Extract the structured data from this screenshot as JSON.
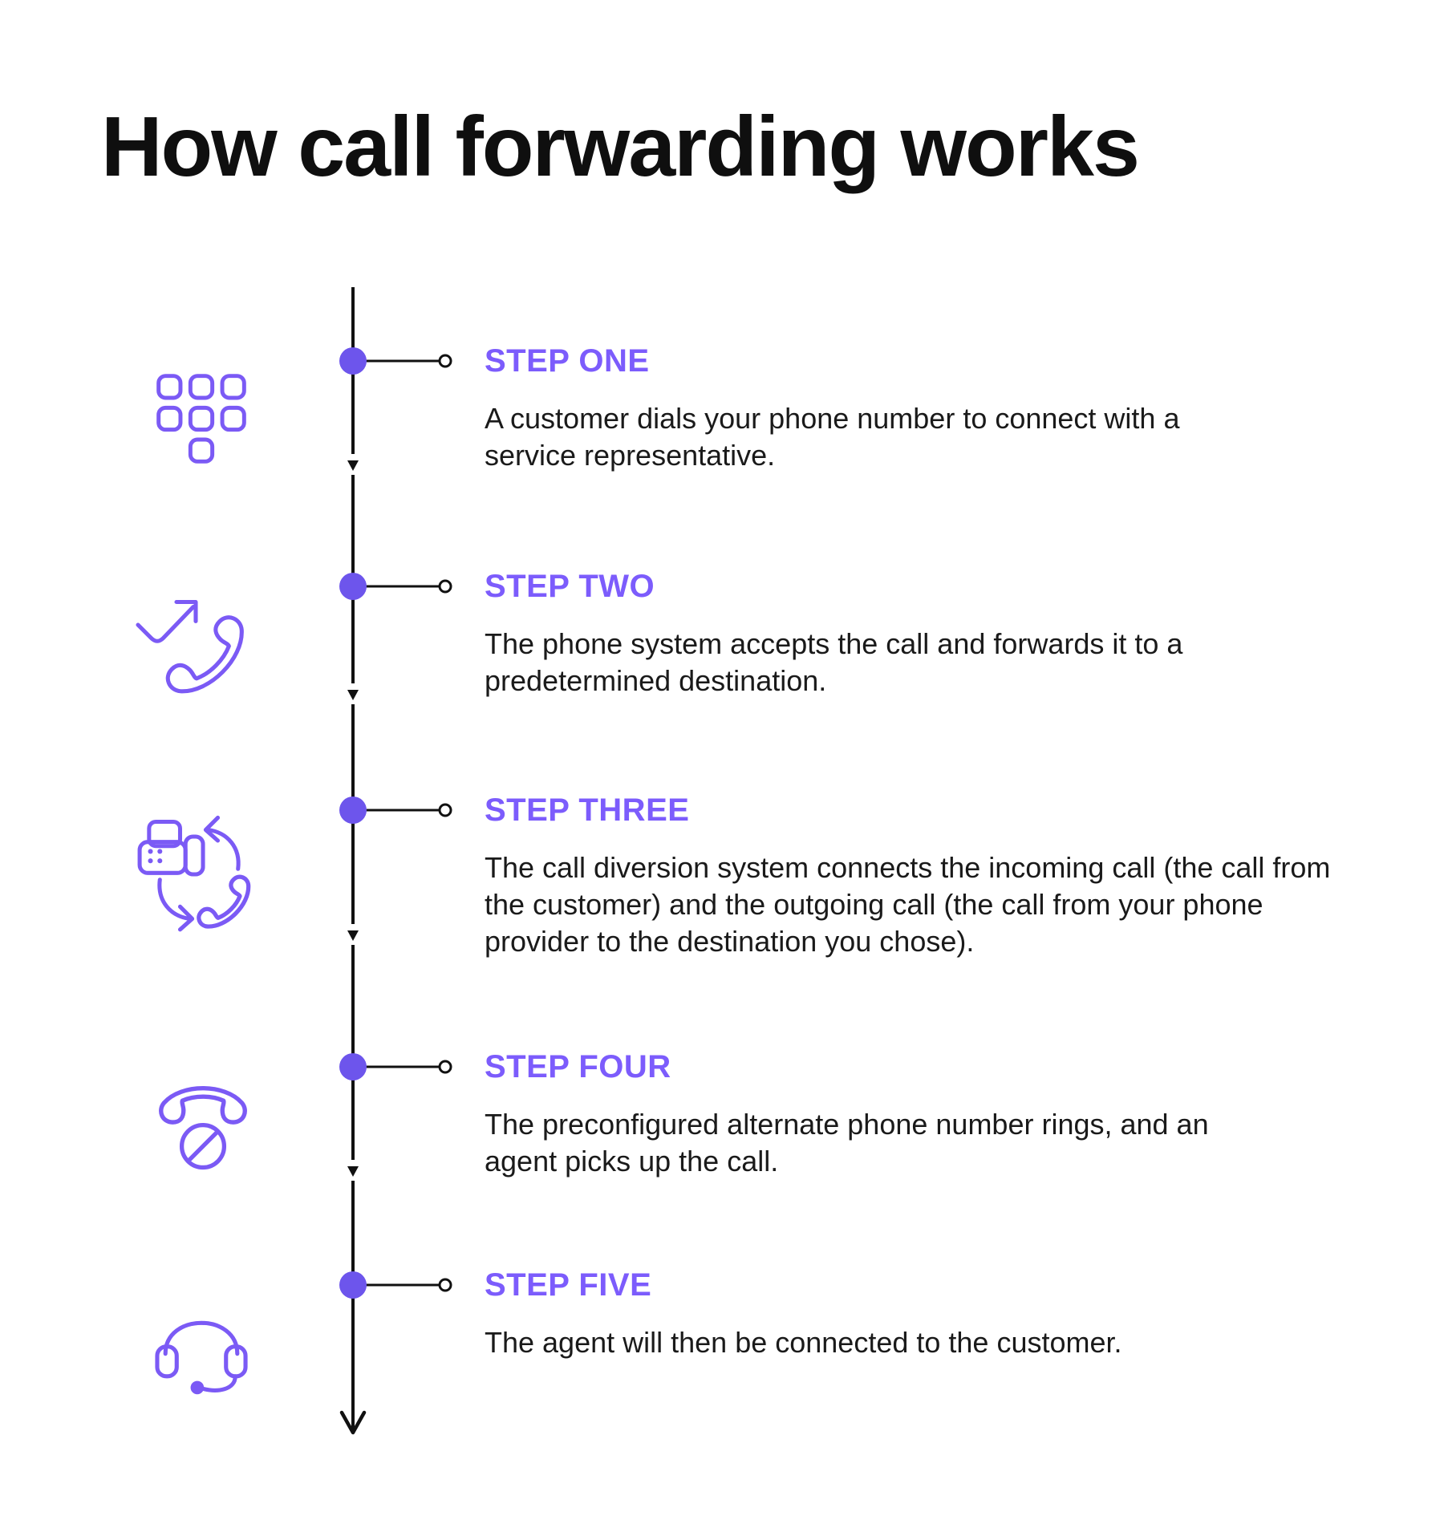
{
  "page": {
    "title": "How call forwarding works",
    "background": "#ffffff"
  },
  "colors": {
    "accent_dot": "#6d55ec",
    "step_title": "#7c5cfc",
    "icon_stroke": "#7b5af5",
    "body_text": "#1a1a1a",
    "timeline_line": "#111111"
  },
  "timeline": {
    "direction": "top-to-bottom",
    "end_marker": "arrow-down",
    "node_marker": "filled-dot-with-connector-circle"
  },
  "steps": [
    {
      "label": "STEP ONE",
      "description": "A customer dials your phone number to connect with a service representative.",
      "icon": "dial-pad-icon"
    },
    {
      "label": "STEP TWO",
      "description": "The phone system accepts the call and forwards it to a predetermined destination.",
      "icon": "call-forward-icon"
    },
    {
      "label": "STEP THREE",
      "description": "The call diversion system connects the incoming call (the call from the customer) and the outgoing call (the call from your phone provider to the destination you chose).",
      "icon": "call-diversion-icon"
    },
    {
      "label": "STEP FOUR",
      "description": "The preconfigured alternate phone number rings, and an agent picks up the call.",
      "icon": "telephone-icon"
    },
    {
      "label": "STEP FIVE",
      "description": "The agent will then be connected to the customer.",
      "icon": "headset-icon"
    }
  ]
}
